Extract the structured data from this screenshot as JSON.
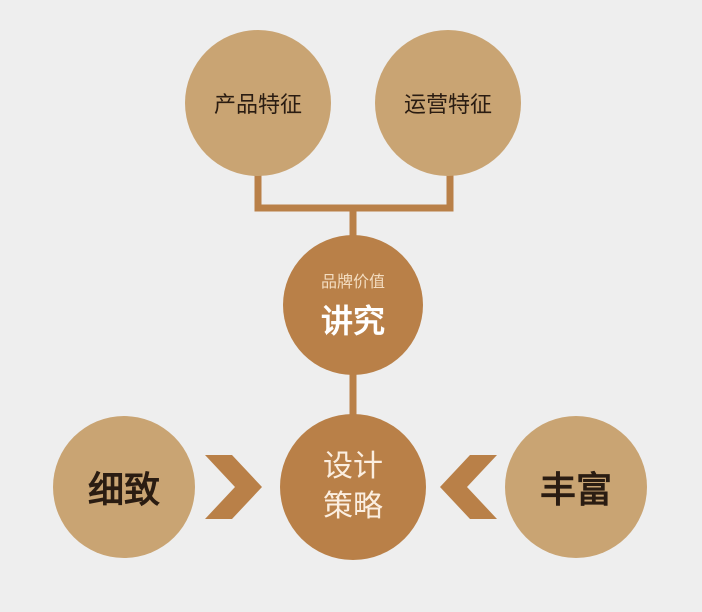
{
  "colors": {
    "light": "#c9a473",
    "dark": "#b98048",
    "background": "#eeeeee"
  },
  "nodes": {
    "product": "产品特征",
    "operation": "运营特征",
    "brand_sub": "品牌价值",
    "brand_main": "讲究",
    "strategy_line1": "设计",
    "strategy_line2": "策略",
    "detail": "细致",
    "rich": "丰富"
  }
}
